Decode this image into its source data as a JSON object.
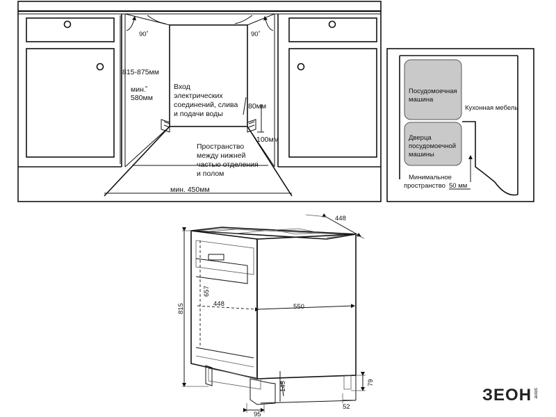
{
  "niche_diagram": {
    "angle_left": "90˚",
    "angle_right": "90˚",
    "height_range": "815-875мм",
    "min_height_prefix": "мин.",
    "min_height_value": "580мм",
    "connections_lines": [
      "Вход",
      "электрических",
      "соединений, слива",
      "и подачи воды"
    ],
    "dim_80": "80мм",
    "dim_100": "100мм",
    "floor_space_lines": [
      "Пространство",
      "между нижней",
      "частью отделения",
      "и полом"
    ],
    "min_width": "мин. 450мм"
  },
  "side_view": {
    "dishwasher_label_lines": [
      "Посудомоечная",
      "машина"
    ],
    "furniture_label": "Кухонная мебель",
    "door_label_lines": [
      "Дверца",
      "посудомоечной",
      "машины"
    ],
    "min_space_prefix": "Минимальное",
    "min_space_line2": "пространство",
    "min_space_value": "50 мм",
    "colors": {
      "panel_fill": "#c9c9c9",
      "panel_stroke": "#555555"
    }
  },
  "machine_dimensions": {
    "depth_top": "448",
    "height_total": "815",
    "height_front": "657",
    "width_front": "448",
    "depth_side": "550",
    "foot_height": "145",
    "base_width": "95",
    "plinth_height": "79",
    "plinth_depth": "52"
  },
  "logo": {
    "text": "ЗЕОН",
    "suffix": "store"
  }
}
